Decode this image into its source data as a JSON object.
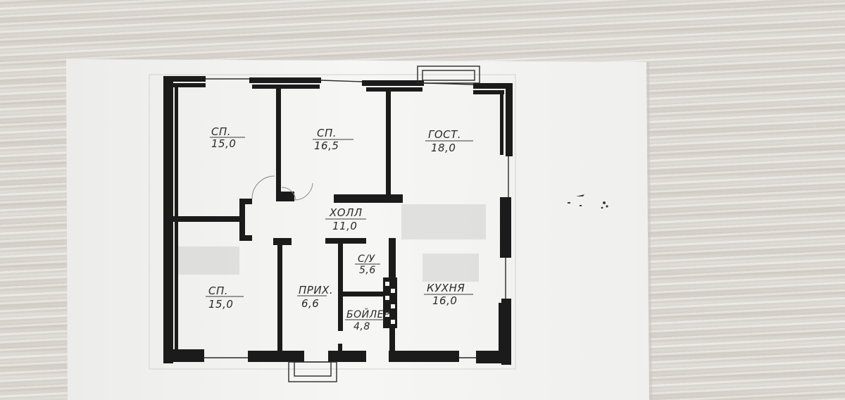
{
  "rooms": [
    {
      "name": "СП.",
      "area": "15,0"
    },
    {
      "name": "СП.",
      "area": "16,5"
    },
    {
      "name": "ГОСТ.",
      "area": "18,0"
    },
    {
      "name": "ХОЛЛ",
      "area": "11,0"
    },
    {
      "name": "С/У",
      "area": "5,6"
    },
    {
      "name": "СП.",
      "area": "15,0"
    },
    {
      "name": "ПРИХ.",
      "area": "6,6"
    },
    {
      "name": "БОЙЛЕР.",
      "area": "4,8"
    },
    {
      "name": "КУХНЯ",
      "area": "16,0"
    }
  ],
  "colors": {
    "paper": "#f4f4f2",
    "walls": "#1b1b1b",
    "table": "#dedad4"
  }
}
